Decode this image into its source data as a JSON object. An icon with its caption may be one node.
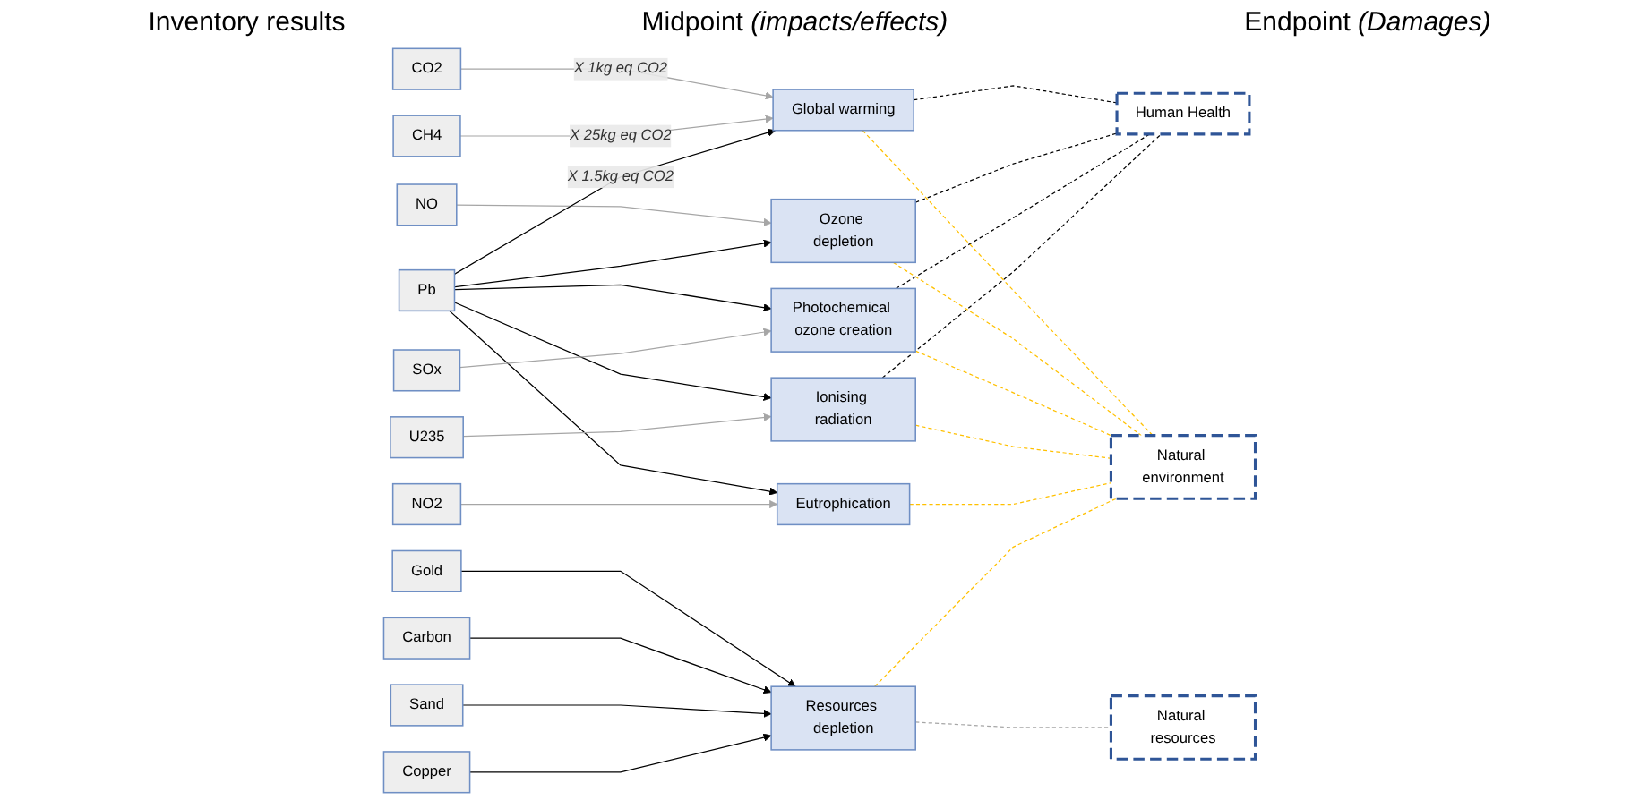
{
  "diagram": {
    "nodes": [
      {
        "text": [
          "CO2"
        ]
      },
      {
        "text": [
          "CH4"
        ]
      },
      {
        "text": [
          "NO"
        ]
      },
      {
        "text": [
          "Pb"
        ]
      },
      {
        "text": [
          "SOx"
        ]
      },
      {
        "text": [
          "U235"
        ]
      },
      {
        "text": [
          "NO2"
        ]
      },
      {
        "text": [
          "Gold"
        ]
      },
      {
        "text": [
          "Carbon"
        ]
      },
      {
        "text": [
          "Sand"
        ]
      },
      {
        "text": [
          "Copper"
        ]
      },
      {
        "text": [
          "Global warming"
        ]
      },
      {
        "text": [
          "Ozone depletion"
        ]
      },
      {
        "text": [
          "Photochemical ozone creation"
        ]
      },
      {
        "text": [
          "Ionising radiation"
        ]
      },
      {
        "text": [
          "Eutrophication"
        ]
      },
      {
        "text": [
          "Resources depletion"
        ]
      },
      {
        "text": [
          "Human Health"
        ]
      },
      {
        "text": [
          "Natural environment"
        ]
      },
      {
        "text": [
          "Natural resources"
        ]
      }
    ],
    "edges": [
      {
        "from": 0,
        "to": 11,
        "arrow": "to",
        "label": "X 1kg eq CO2",
        "color": "#a6a6a6"
      },
      {
        "from": 1,
        "to": 11,
        "arrow": "to",
        "label": "X 25kg eq CO2",
        "color": "#a6a6a6"
      },
      {
        "from": 2,
        "to": 12,
        "arrow": "to",
        "color": "#a6a6a6"
      },
      {
        "from": 3,
        "to": 11,
        "arrow": "to",
        "label": "X 1.5kg eq CO2"
      },
      {
        "from": 3,
        "to": 12,
        "arrow": "to"
      },
      {
        "from": 3,
        "to": 13,
        "arrow": "to"
      },
      {
        "from": 3,
        "to": 14,
        "arrow": "to"
      },
      {
        "from": 3,
        "to": 15,
        "arrow": "to"
      },
      {
        "from": 4,
        "to": 13,
        "arrow": "to",
        "color": "#a6a6a6"
      },
      {
        "from": 5,
        "to": 14,
        "arrow": "to",
        "color": "#a6a6a6"
      },
      {
        "from": 6,
        "to": 15,
        "arrow": "to",
        "color": "#a6a6a6"
      },
      {
        "from": 7,
        "to": 16,
        "arrow": "to"
      },
      {
        "from": 8,
        "to": 16,
        "arrow": "to"
      },
      {
        "from": 9,
        "to": 16,
        "arrow": "to"
      },
      {
        "from": 10,
        "to": 16,
        "arrow": "to"
      },
      {
        "from": 11,
        "to": 17,
        "arrow": "none",
        "style": "dashed"
      },
      {
        "from": 12,
        "to": 17,
        "arrow": "none",
        "style": "dashed"
      },
      {
        "from": 13,
        "to": 17,
        "arrow": "none",
        "style": "dashed"
      },
      {
        "from": 14,
        "to": 17,
        "arrow": "none",
        "style": "dashed"
      },
      {
        "from": 11,
        "to": 18,
        "arrow": "none",
        "style": "dashed",
        "color": "#ffc000"
      },
      {
        "from": 12,
        "to": 18,
        "arrow": "none",
        "style": "dashed",
        "color": "#ffc000"
      },
      {
        "from": 13,
        "to": 18,
        "arrow": "none",
        "style": "dashed",
        "color": "#ffc000"
      },
      {
        "from": 14,
        "to": 18,
        "arrow": "none",
        "style": "dashed",
        "color": "#ffc000"
      },
      {
        "from": 15,
        "to": 18,
        "arrow": "none",
        "style": "dashed",
        "color": "#ffc000"
      },
      {
        "from": 16,
        "to": 18,
        "arrow": "none",
        "style": "dashed",
        "color": "#ffc000"
      },
      {
        "from": 16,
        "to": 19,
        "arrow": "none",
        "style": "dashed",
        "color": "#a6a6a6"
      }
    ],
    "labels": [
      "Inventory results",
      "Midpoint *(impacts/effects)*",
      "Endpoint *(Damages)*"
    ]
  }
}
